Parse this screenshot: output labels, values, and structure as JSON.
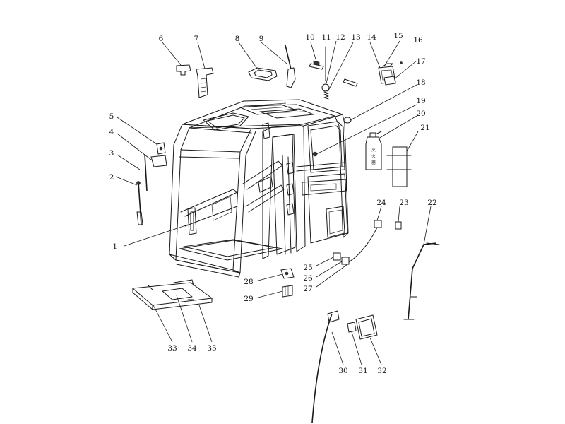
{
  "callouts": [
    {
      "id": "1",
      "label": "1"
    },
    {
      "id": "2",
      "label": "2"
    },
    {
      "id": "3",
      "label": "3"
    },
    {
      "id": "4",
      "label": "4"
    },
    {
      "id": "5",
      "label": "5"
    },
    {
      "id": "6",
      "label": "6"
    },
    {
      "id": "7",
      "label": "7"
    },
    {
      "id": "8",
      "label": "8"
    },
    {
      "id": "9",
      "label": "9"
    },
    {
      "id": "10",
      "label": "10"
    },
    {
      "id": "11",
      "label": "11"
    },
    {
      "id": "12",
      "label": "12"
    },
    {
      "id": "13",
      "label": "13"
    },
    {
      "id": "14",
      "label": "14"
    },
    {
      "id": "15",
      "label": "15"
    },
    {
      "id": "16",
      "label": "16"
    },
    {
      "id": "17",
      "label": "17"
    },
    {
      "id": "18",
      "label": "18"
    },
    {
      "id": "19",
      "label": "19"
    },
    {
      "id": "20",
      "label": "20"
    },
    {
      "id": "21",
      "label": "21"
    },
    {
      "id": "22",
      "label": "22"
    },
    {
      "id": "23",
      "label": "23"
    },
    {
      "id": "24",
      "label": "24"
    },
    {
      "id": "25",
      "label": "25"
    },
    {
      "id": "26",
      "label": "26"
    },
    {
      "id": "27",
      "label": "27"
    },
    {
      "id": "28",
      "label": "28"
    },
    {
      "id": "29",
      "label": "29"
    },
    {
      "id": "30",
      "label": "30"
    },
    {
      "id": "31",
      "label": "31"
    },
    {
      "id": "32",
      "label": "32"
    },
    {
      "id": "33",
      "label": "33"
    },
    {
      "id": "34",
      "label": "34"
    },
    {
      "id": "35",
      "label": "35"
    }
  ],
  "extinguisher_label": [
    "灭",
    "火",
    "器"
  ]
}
